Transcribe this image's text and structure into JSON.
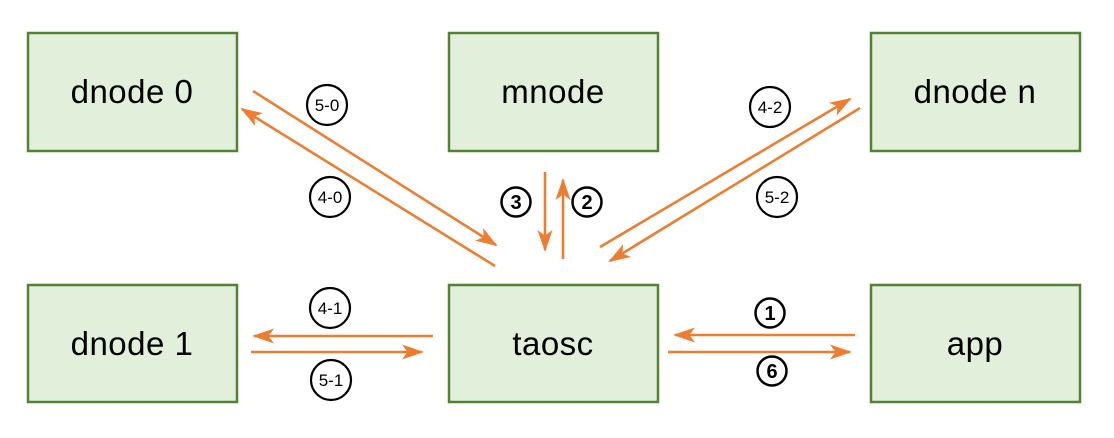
{
  "diagram": {
    "nodes": {
      "dnode0": {
        "label": "dnode 0"
      },
      "mnode": {
        "label": "mnode"
      },
      "dnoden": {
        "label": "dnode n"
      },
      "dnode1": {
        "label": "dnode 1"
      },
      "taosc": {
        "label": "taosc"
      },
      "app": {
        "label": "app"
      }
    },
    "edges": {
      "app_to_taosc": {
        "from": "app",
        "to": "taosc",
        "label": "1"
      },
      "taosc_to_mnode": {
        "from": "taosc",
        "to": "mnode",
        "label": "2"
      },
      "mnode_to_taosc": {
        "from": "mnode",
        "to": "taosc",
        "label": "3"
      },
      "taosc_to_dnode0": {
        "from": "taosc",
        "to": "dnode 0",
        "label": "4-0"
      },
      "dnode0_to_taosc": {
        "from": "dnode 0",
        "to": "taosc",
        "label": "5-0"
      },
      "taosc_to_dnode1": {
        "from": "taosc",
        "to": "dnode 1",
        "label": "4-1"
      },
      "dnode1_to_taosc": {
        "from": "dnode 1",
        "to": "taosc",
        "label": "5-1"
      },
      "taosc_to_dnoden": {
        "from": "taosc",
        "to": "dnode n",
        "label": "4-2"
      },
      "dnoden_to_taosc": {
        "from": "dnode n",
        "to": "taosc",
        "label": "5-2"
      },
      "taosc_to_app": {
        "from": "taosc",
        "to": "app",
        "label": "6"
      }
    },
    "colors": {
      "node_fill": "#e2efda",
      "node_border": "#538135",
      "arrow": "#ed7d31",
      "badge_stroke": "#000000",
      "text": "#000000",
      "background": "#ffffff"
    }
  }
}
